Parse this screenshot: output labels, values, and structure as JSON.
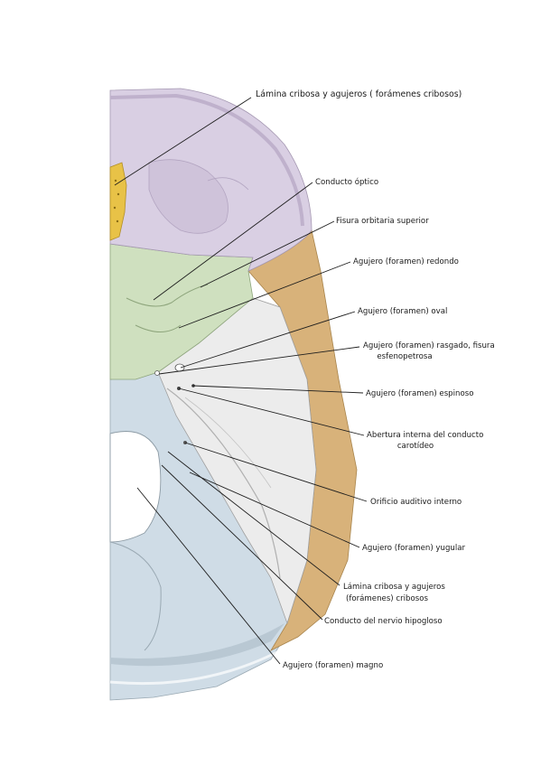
{
  "labels": [
    {
      "id": "lamina-top",
      "lines": [
        "Lámina cribosa y agujeros ( forámenes cribosos)"
      ]
    },
    {
      "id": "conducto-optico",
      "lines": [
        "Conducto óptico"
      ]
    },
    {
      "id": "fisura-orbitaria",
      "lines": [
        "Fisura orbitaria superior"
      ]
    },
    {
      "id": "redondo",
      "lines": [
        "Agujero (foramen) redondo"
      ]
    },
    {
      "id": "oval",
      "lines": [
        "Agujero (foramen) oval"
      ]
    },
    {
      "id": "rasgado",
      "lines": [
        "Agujero (foramen) rasgado, fisura",
        "esfenopetrosa"
      ]
    },
    {
      "id": "espinoso",
      "lines": [
        "Agujero (foramen) espinoso"
      ]
    },
    {
      "id": "carotideo",
      "lines": [
        "Abertura interna del conducto",
        "carotídeo"
      ]
    },
    {
      "id": "auditivo",
      "lines": [
        "Orificio auditivo interno"
      ]
    },
    {
      "id": "yugular",
      "lines": [
        "Agujero (foramen) yugular"
      ]
    },
    {
      "id": "lamina-bottom",
      "lines": [
        "Lámina cribosa y agujeros",
        "(forámenes) cribosos"
      ]
    },
    {
      "id": "hipogloso",
      "lines": [
        "Conducto del nervio hipogloso"
      ]
    },
    {
      "id": "magno",
      "lines": [
        "Agujero (foramen) magno"
      ]
    }
  ],
  "colors": {
    "anterior_fossa": "#d9cfe3",
    "cribriform": "#e8c247",
    "sphenoid": "#cfe0bf",
    "temporal_squama": "#d8b27a",
    "petrous": "#ececec",
    "posterior_fossa": "#cfdce6",
    "leader": "#1e1e1e"
  }
}
